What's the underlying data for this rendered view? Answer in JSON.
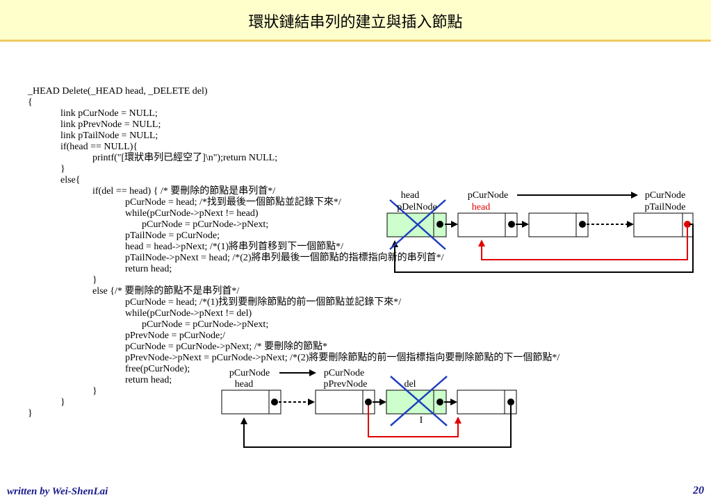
{
  "title": "環狀鏈結串列的建立與插入節點",
  "code_lines": [
    "_HEAD Delete(_HEAD head, _DELETE del)",
    "{",
    "link pCurNode = NULL;",
    "link pPrevNode = NULL;",
    "link pTailNode = NULL;",
    "if(head == NULL){",
    "printf(\"[環狀串列已經空了]\\n\");return NULL;",
    "}",
    "else{",
    "if(del == head) { /* 要刪除的節點是串列首*/",
    "pCurNode = head; /*找到最後一個節點並記錄下來*/",
    "while(pCurNode->pNext != head)",
    "pCurNode = pCurNode->pNext;",
    "pTailNode = pCurNode;",
    "head = head->pNext; /*(1)將串列首移到下一個節點*/",
    "pTailNode->pNext = head; /*(2)將串列最後一個節點的指標指向新的串列首*/",
    "return head;",
    "}",
    "else {/* 要刪除的節點不是串列首*/",
    "pCurNode = head; /*(1)找到要刪除節點的前一個節點並記錄下來*/",
    "while(pCurNode->pNext != del)",
    "pCurNode = pCurNode->pNext;",
    "pPrevNode = pCurNode;/",
    "pCurNode = pCurNode->pNext; /* 要刪除的節點*",
    "pPrevNode->pNext = pCurNode->pNext; /*(2)將要刪除節點的前一個指標指向要刪除節點的下一個節點*/",
    "free(pCurNode);",
    "return head;",
    "}",
    "}",
    "}"
  ],
  "diagram1": {
    "label_head": "head",
    "label_pdelnode": "pDelNode",
    "label_pcurnode_left": "pCurNode",
    "label_head_red": "head",
    "label_pcurnode_right": "pCurNode",
    "label_ptailnode": "pTailNode"
  },
  "diagram2": {
    "label_pcurnode_left": "pCurNode",
    "label_head": "head",
    "label_pcurnode_mid": "pCurNode",
    "label_pprevnode": "pPrevNode",
    "label_del": "del",
    "label_marker": "I"
  },
  "footer": {
    "author": "written by Wei-ShenLai",
    "page_number": "20"
  },
  "colors": {
    "title_bg": "#ffffcc",
    "title_border": "#f0c860",
    "deleted_node_fill": "#ccffcc",
    "cross": "#1f3fbf",
    "new_link": "#e00000",
    "footer_text": "#1a1a8c"
  }
}
